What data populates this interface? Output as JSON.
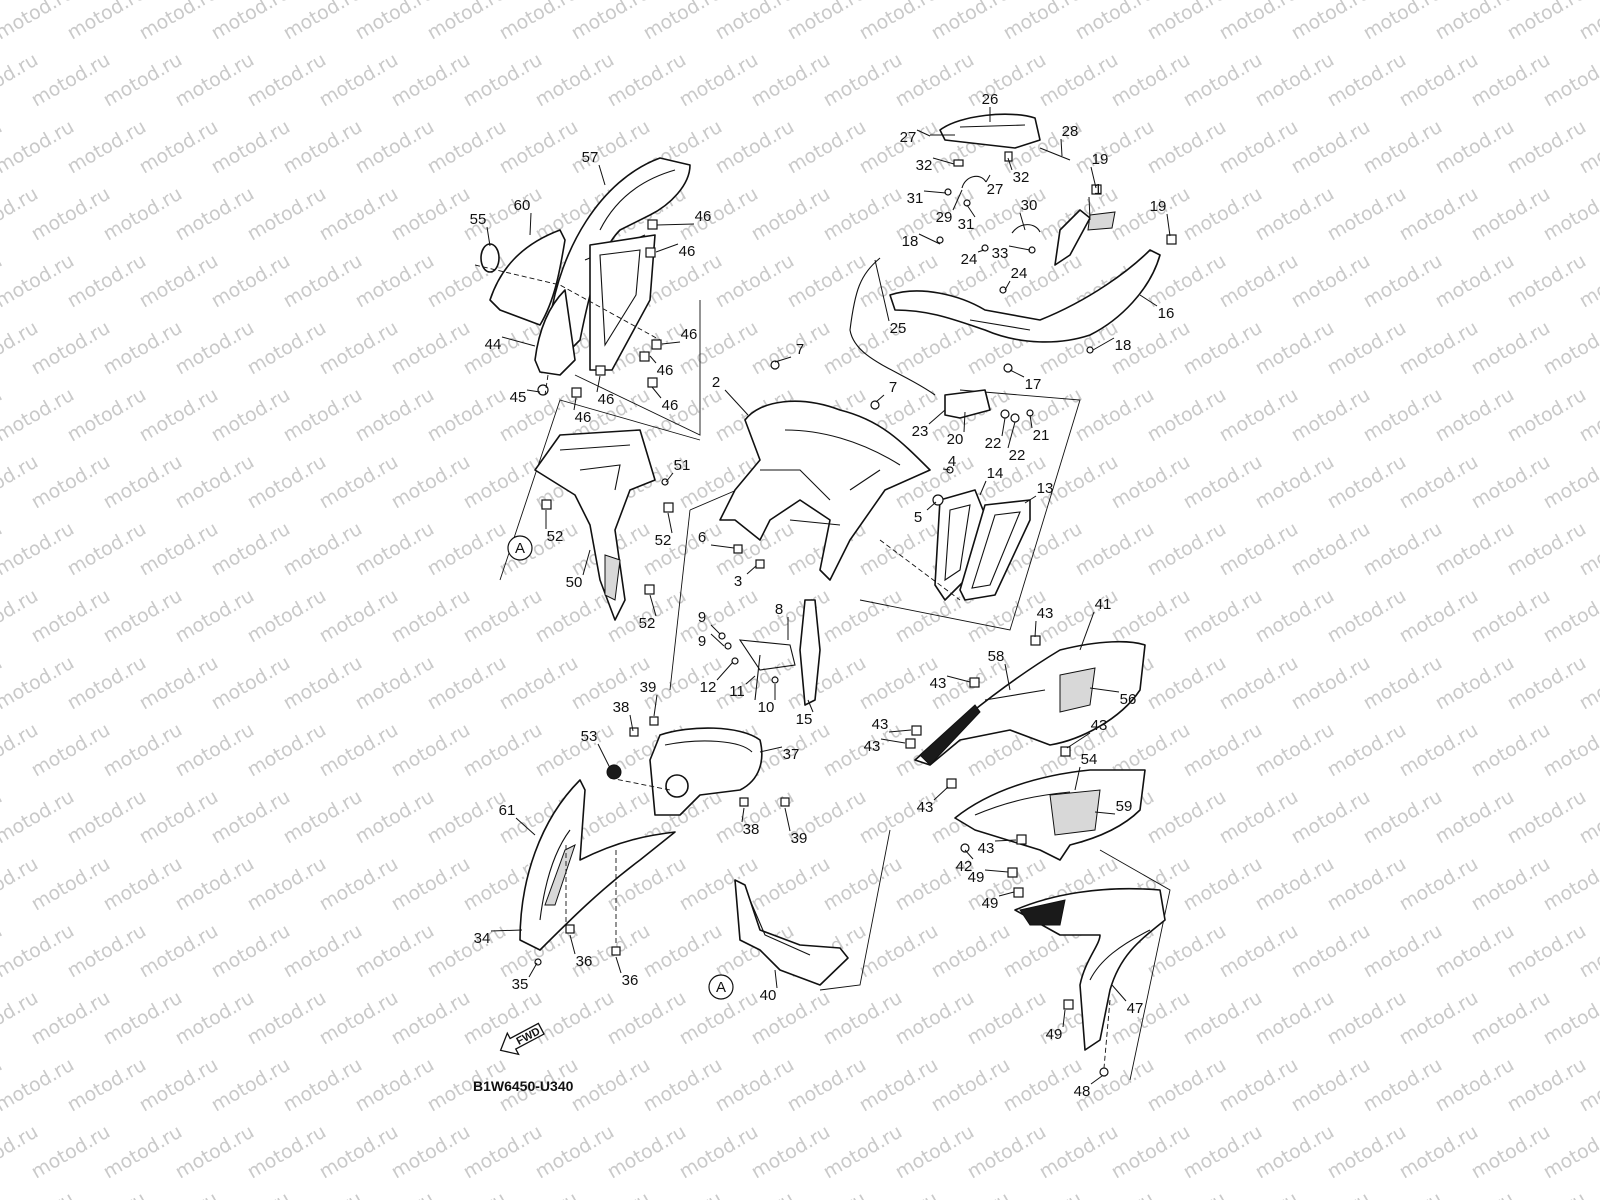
{
  "watermark_text": "motod.ru",
  "diagram_code": "B1W6450-U340",
  "forward_label": "FWD",
  "reference_marker": "A",
  "callout_labels": [
    "1",
    "2",
    "3",
    "4",
    "5",
    "6",
    "7",
    "8",
    "9",
    "10",
    "11",
    "12",
    "13",
    "14",
    "15",
    "16",
    "17",
    "18",
    "19",
    "20",
    "21",
    "22",
    "23",
    "24",
    "25",
    "26",
    "27",
    "28",
    "29",
    "30",
    "31",
    "32",
    "33",
    "34",
    "35",
    "36",
    "37",
    "38",
    "39",
    "40",
    "41",
    "42",
    "43",
    "44",
    "45",
    "46",
    "47",
    "48",
    "49",
    "50",
    "51",
    "52",
    "53",
    "54",
    "55",
    "56",
    "57",
    "58",
    "59",
    "60",
    "61"
  ]
}
